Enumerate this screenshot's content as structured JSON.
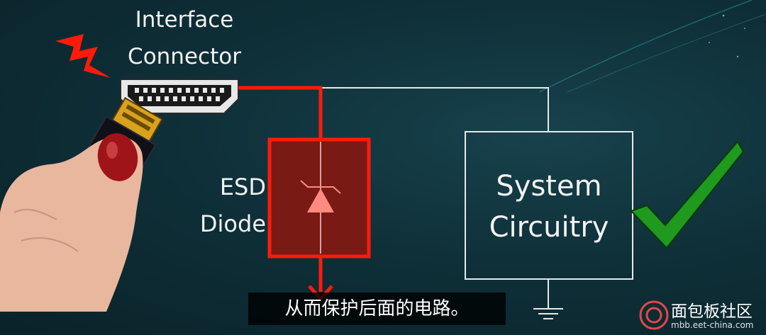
{
  "connector_label_line1": "Interface",
  "connector_label_line2": "Connector",
  "esd_label_line1": "ESD",
  "esd_label_line2": "Diode",
  "system_label_line1": "System",
  "system_label_line2": "Circuitry",
  "subtitle": "从而保护后面的电路。",
  "watermark": {
    "name": "面包板社区",
    "url": "mbb.eet-china.com"
  },
  "colors": {
    "background": "#0f3039",
    "esd_path": "#ff1a0a",
    "esd_box_fill": "#7a1a14",
    "diode_symbol": "#ff8a80",
    "wire": "#e8e8e8",
    "checkmark": "#1f9a1f",
    "lightning": "#ff1a0a"
  },
  "icons": [
    "lightning-bolt-icon",
    "hdmi-port-icon",
    "hdmi-plug-icon",
    "tvs-diode-icon",
    "ground-icon",
    "checkmark-icon",
    "logo-icon"
  ]
}
